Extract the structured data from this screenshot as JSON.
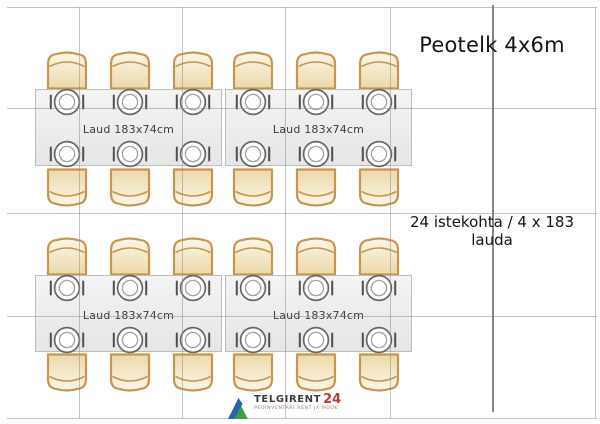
{
  "title": "Peotelk 4x6m",
  "annotation": "24 istekohta / 4 x 183 lauda",
  "table_label": "Laud 183x74cm",
  "layout_summary": {
    "sections": 2,
    "tables_total": 4,
    "seats_total": 24,
    "seats_per_table_side": 3
  },
  "logo": {
    "name": "TELGIRENT",
    "number": "24",
    "tagline": "PEOINVENTARI RENT JA MÜÜK"
  },
  "colors": {
    "chair_border": "#c89550",
    "chair_fill_light": "#fbf6e8",
    "chair_fill_dark": "#ecd9a9",
    "table_fill": "#ececec",
    "grid_light": "#919191",
    "grid_dark": "#868686",
    "plate_ring": "#686868",
    "logo_blue": "#2565ae",
    "logo_green": "#3f9e3f",
    "logo_number_color": "#bf3a2a",
    "text_color": "#141414"
  }
}
